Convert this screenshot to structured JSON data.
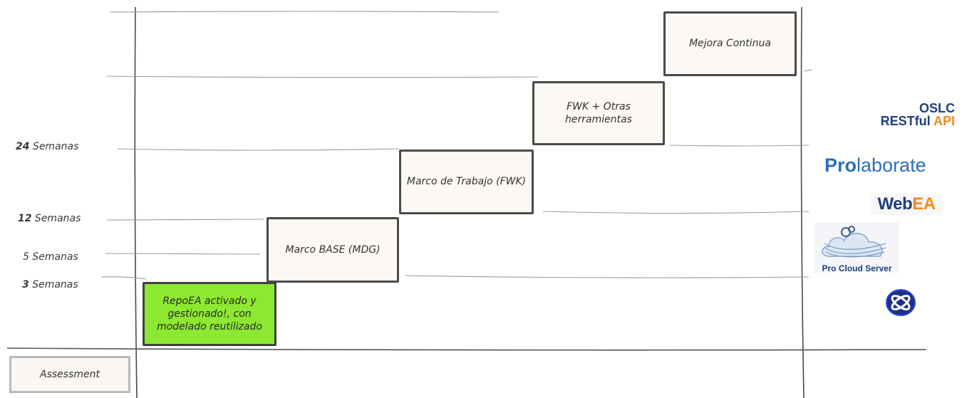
{
  "rows": [
    {
      "num": "24",
      "unit": " Semanas",
      "bold": true
    },
    {
      "num": "12",
      "unit": " Semanas",
      "bold": true
    },
    {
      "num": "5",
      "unit": " Semanas",
      "bold": false
    },
    {
      "num": "3",
      "unit": " Semanas",
      "bold": true
    }
  ],
  "steps": [
    {
      "label": "RepoEA activado y gestionado!, con modelado reutilizado"
    },
    {
      "label": "Marco BASE (MDG)"
    },
    {
      "label": "Marco de Trabajo (FWK)"
    },
    {
      "label": "FWK + Otras herramientas"
    },
    {
      "label": "Mejora Continua"
    }
  ],
  "assessment": "Assessment",
  "logos": {
    "oslc": {
      "line1": "OSLC",
      "line2a": "RESTful ",
      "line2b": "API"
    },
    "prolaborate": {
      "bold": "Pro",
      "rest": "laborate"
    },
    "webea": {
      "a": "Web",
      "b": "EA"
    },
    "procloud": {
      "text": "Pro Cloud Server"
    }
  },
  "colors": {
    "green_box": "#8ce830",
    "box_fill": "#fcf8f4",
    "logo_blue": "#2a6fb8",
    "logo_navy": "#1f3f7a",
    "logo_orange": "#f08a1c"
  }
}
